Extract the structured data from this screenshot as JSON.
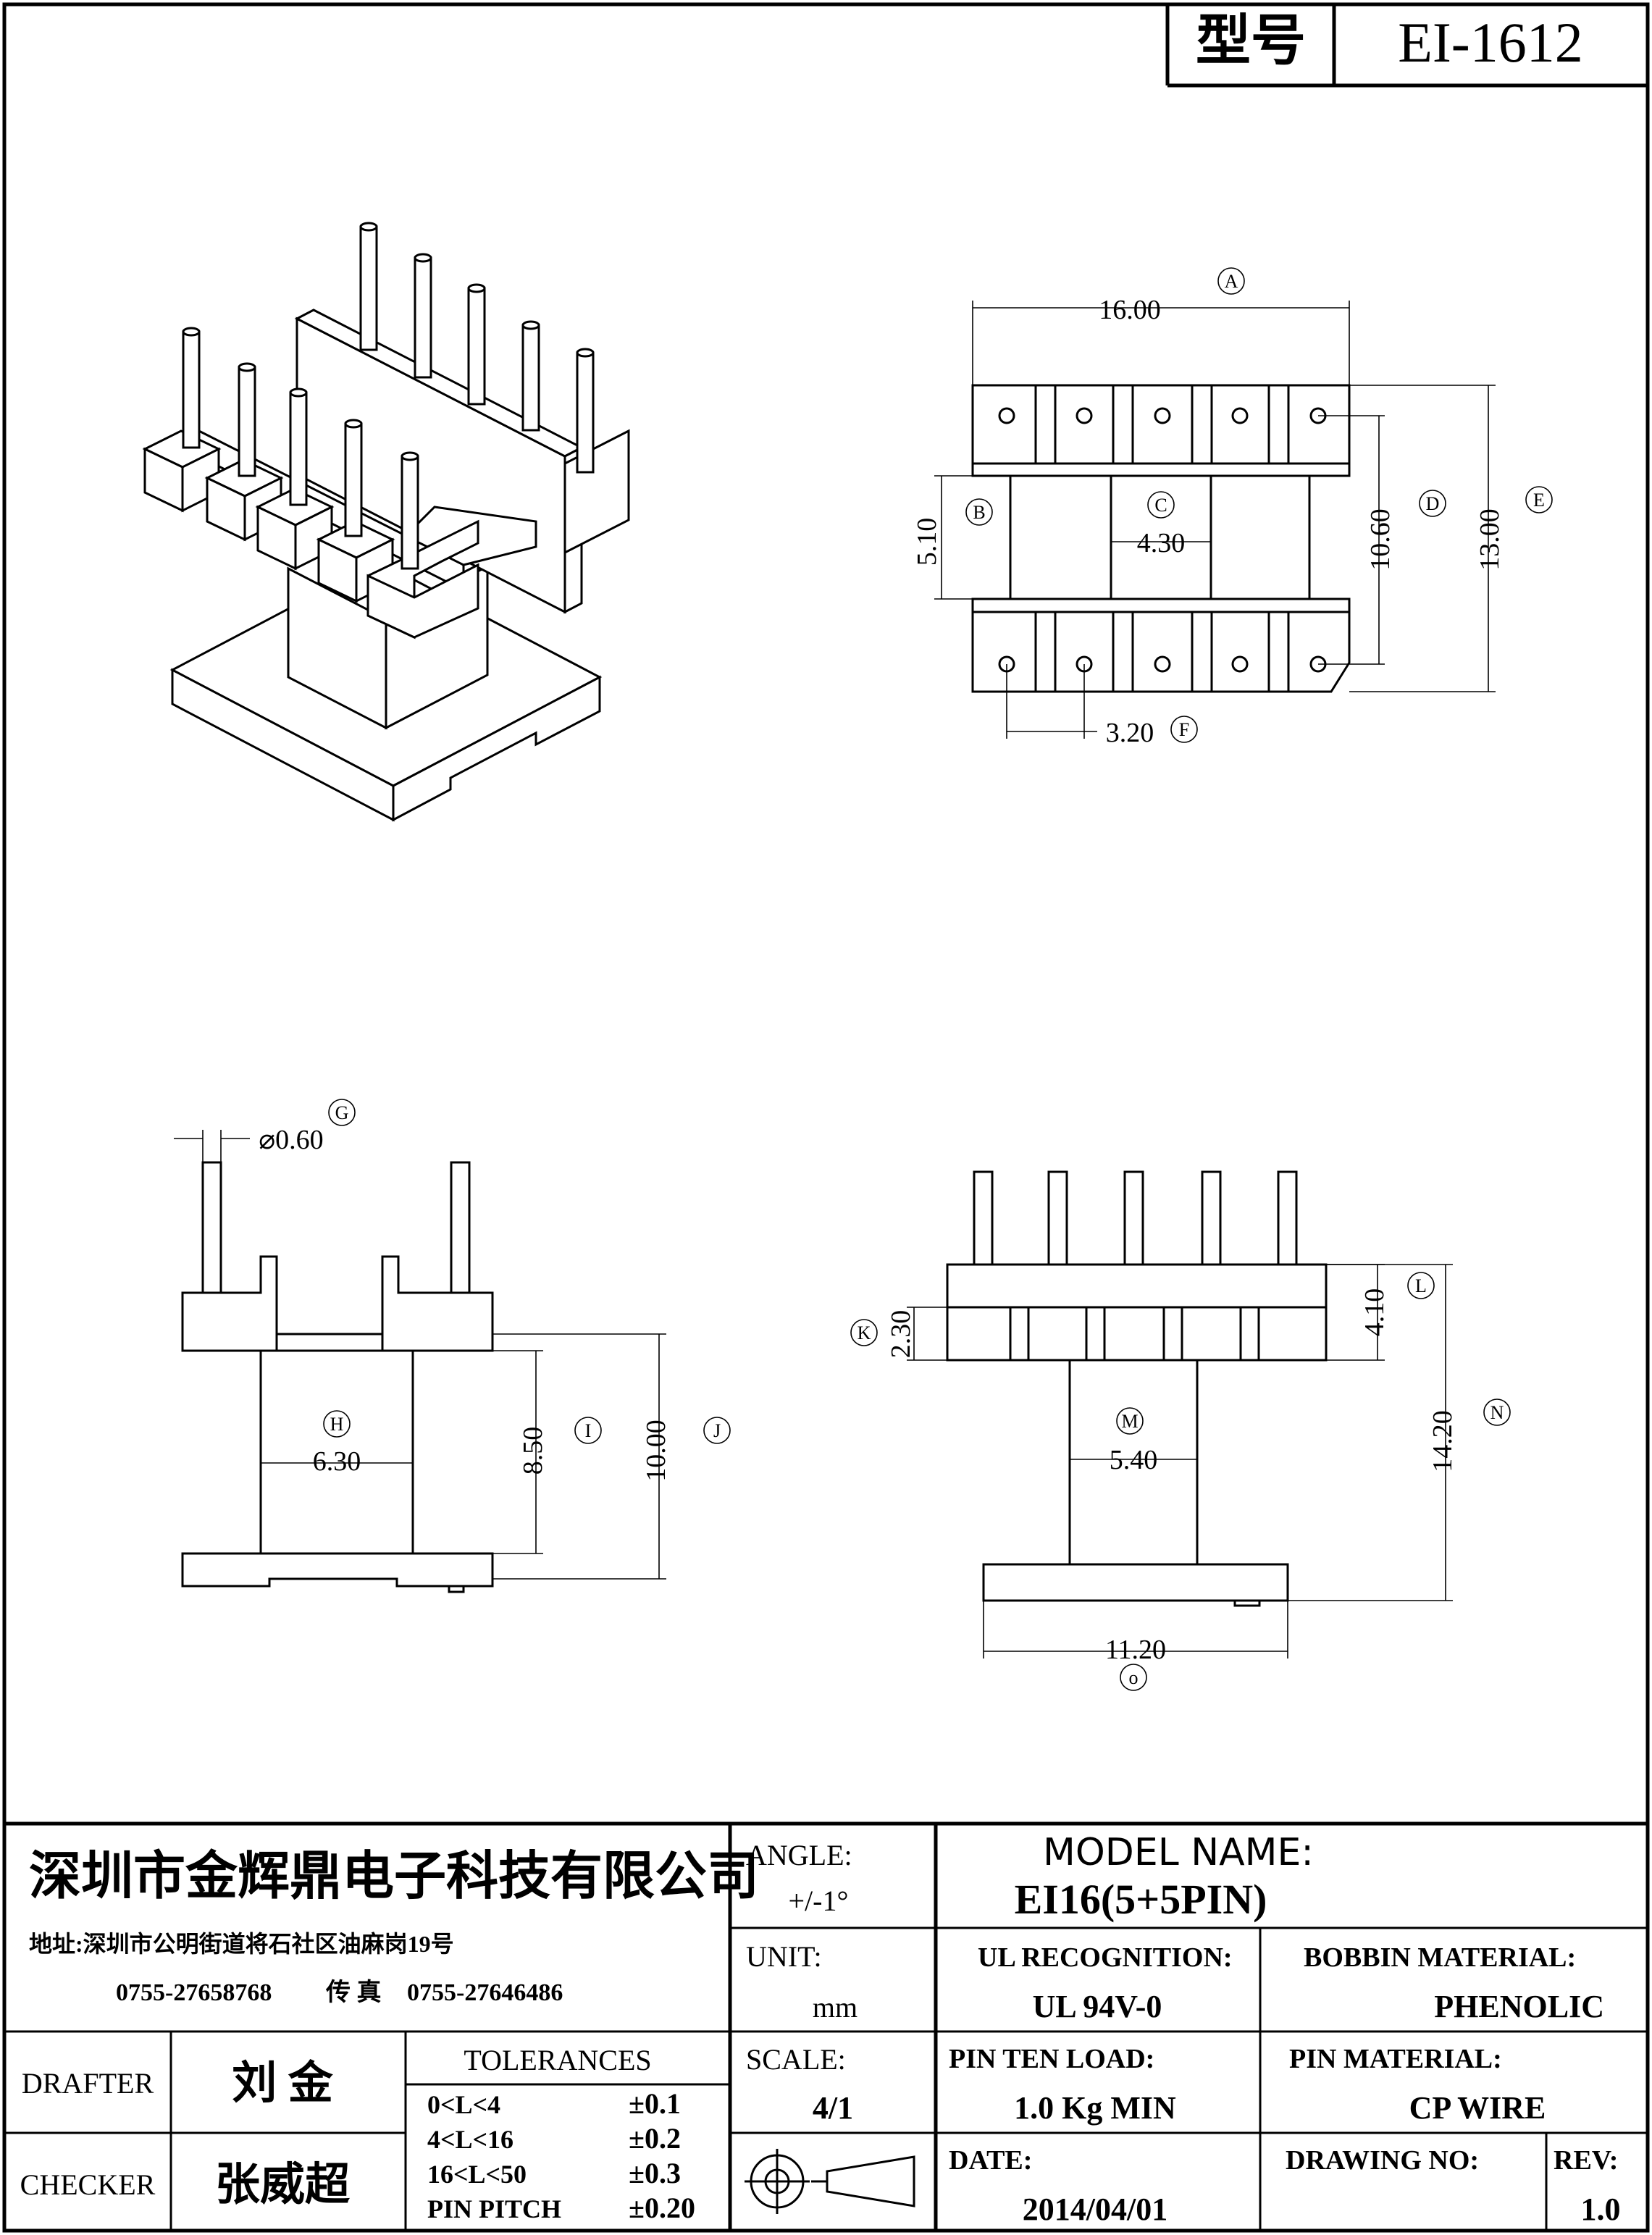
{
  "header": {
    "label": "型号",
    "model_code": "EI-1612"
  },
  "dimensions": {
    "A": "16.00",
    "B": "5.10",
    "C": "4.30",
    "D": "10.60",
    "E": "13.00",
    "F": "3.20",
    "G": "⌀0.60",
    "H": "6.30",
    "I": "8.50",
    "J": "10.00",
    "K": "2.30",
    "L": "4.10",
    "M": "5.40",
    "N": "14.20",
    "O": "11.20"
  },
  "markers": {
    "A": "A",
    "B": "B",
    "C": "C",
    "D": "D",
    "E": "E",
    "F": "F",
    "G": "G",
    "H": "H",
    "I": "I",
    "J": "J",
    "K": "K",
    "L": "L",
    "M": "M",
    "N": "N",
    "O": "o"
  },
  "title_block": {
    "company": "深圳市金辉鼎电子科技有限公司",
    "address": "地址:深圳市公明街道将石社区油麻岗19号",
    "phone": "0755-27658768",
    "fax_label": "传 真",
    "fax": "0755-27646486",
    "angle_label": "ANGLE:",
    "angle_value": "+/-1°",
    "model_name_label": "MODEL NAME:",
    "model_name": "EI16(5+5PIN)",
    "unit_label": "UNIT:",
    "unit_value": "mm",
    "ul_label": "UL RECOGNITION:",
    "ul_value": "UL 94V-0",
    "bobbin_label": "BOBBIN MATERIAL:",
    "bobbin_value": "PHENOLIC",
    "drafter_label": "DRAFTER",
    "drafter_name": "刘 金",
    "checker_label": "CHECKER",
    "checker_name": "张威超",
    "tolerances_label": "TOLERANCES",
    "tolerances": [
      {
        "range": "0<L<4",
        "value": "±0.1"
      },
      {
        "range": "4<L<16",
        "value": "±0.2"
      },
      {
        "range": "16<L<50",
        "value": "±0.3"
      },
      {
        "range": "PIN PITCH",
        "value": "±0.20"
      }
    ],
    "scale_label": "SCALE:",
    "scale_value": "4/1",
    "pin_load_label": "PIN TEN LOAD:",
    "pin_load_value": "1.0 Kg MIN",
    "pin_material_label": "PIN MATERIAL:",
    "pin_material_value": "CP WIRE",
    "date_label": "DATE:",
    "date_value": "2014/04/01",
    "drawing_no_label": "DRAWING NO:",
    "rev_label": "REV:",
    "rev_value": "1.0"
  }
}
